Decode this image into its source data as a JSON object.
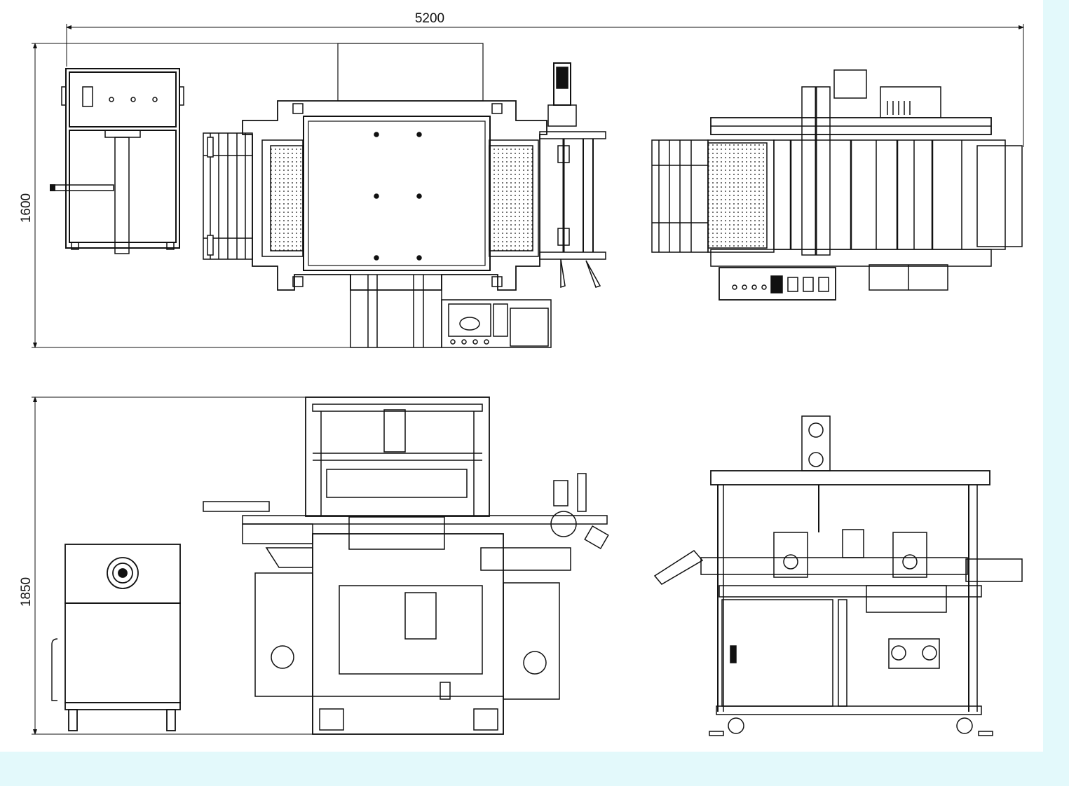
{
  "drawing": {
    "title": "",
    "background_color": "#ffffff",
    "line_color": "#111111",
    "frame_color": "#e3f9fb",
    "dimensions": {
      "overall_width": "5200",
      "top_view_depth": "1600",
      "front_view_height": "1850"
    },
    "views": [
      {
        "id": "top-view-control-cabinet"
      },
      {
        "id": "top-view-main-machine"
      },
      {
        "id": "top-view-side-machine"
      },
      {
        "id": "front-view-control-cabinet"
      },
      {
        "id": "front-view-main-machine"
      },
      {
        "id": "side-view-main-machine"
      }
    ]
  }
}
